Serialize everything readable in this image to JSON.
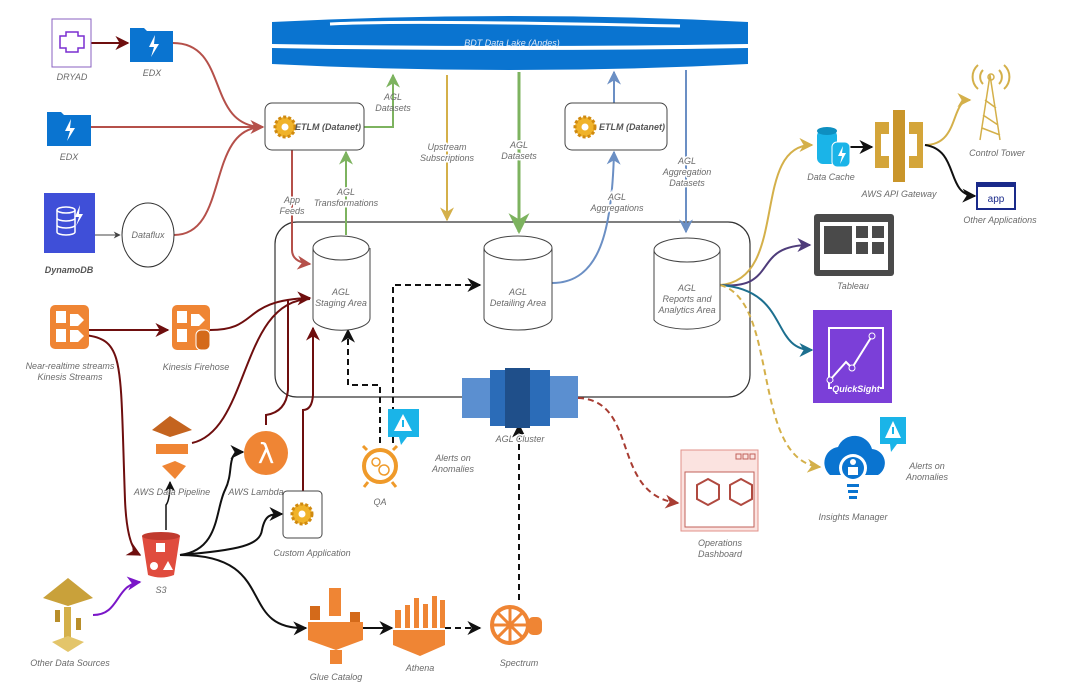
{
  "lake": {
    "label": "BDT Data Lake (Andes)"
  },
  "sources": {
    "dryad": "DRYAD",
    "edx1": "EDX",
    "edx2": "EDX",
    "dynamodb": "DynamoDB",
    "dataflux": "Dataflux",
    "kinesis_streams": [
      "Near-realtime streams",
      "Kinesis Streams"
    ],
    "kinesis_firehose": "Kinesis Firehose",
    "data_pipeline": "AWS Data Pipeline",
    "lambda": "AWS Lambda",
    "custom_app": "Custom Application",
    "s3": "S3",
    "other_sources": "Other Data Sources",
    "glue": "Glue Catalog",
    "athena": "Athena",
    "spectrum": "Spectrum"
  },
  "etlm": {
    "left": "ETLM (Datanet)",
    "right": "ETLM (Datanet)"
  },
  "stores": {
    "staging": [
      "AGL",
      "Staging Area"
    ],
    "detailing": [
      "AGL",
      "Detailing Area"
    ],
    "reports": [
      "AGL",
      "Reports and",
      "Analytics Area"
    ],
    "cluster": "AGL Cluster"
  },
  "flows": {
    "agl_datasets_up": [
      "AGL",
      "Datasets"
    ],
    "upstream": [
      "Upstream",
      "Subscriptions"
    ],
    "agl_datasets_down": [
      "AGL",
      "Datasets"
    ],
    "agl_aggregations": [
      "AGL",
      "Aggregations"
    ],
    "agl_agg_datasets": [
      "AGL",
      "Aggregation",
      "Datasets"
    ],
    "app_feeds": [
      "App",
      "Feeds"
    ],
    "agl_transformations": [
      "AGL",
      "Transformations"
    ]
  },
  "qa": {
    "label": "QA",
    "alerts": [
      "Alerts on",
      "Anomalies"
    ]
  },
  "consumers": {
    "data_cache": "Data Cache",
    "api_gateway": "AWS API Gateway",
    "control_tower": "Control Tower",
    "app_icon": "app",
    "other_apps": "Other Applications",
    "tableau": "Tableau",
    "quicksight": "QuickSight",
    "insights": "Insights Manager",
    "insights_alerts": [
      "Alerts on",
      "Anomalies"
    ],
    "ops_dashboard": [
      "Operations",
      "Dashboard"
    ]
  },
  "colors": {
    "lake": "#0a74d0",
    "red": "#b5504a",
    "darkred": "#6e0e0e",
    "green": "#7db35f",
    "gold": "#d4b04a",
    "blue": "#6b8fc4",
    "orange": "#ef8534",
    "purple": "#7a2fd0"
  }
}
